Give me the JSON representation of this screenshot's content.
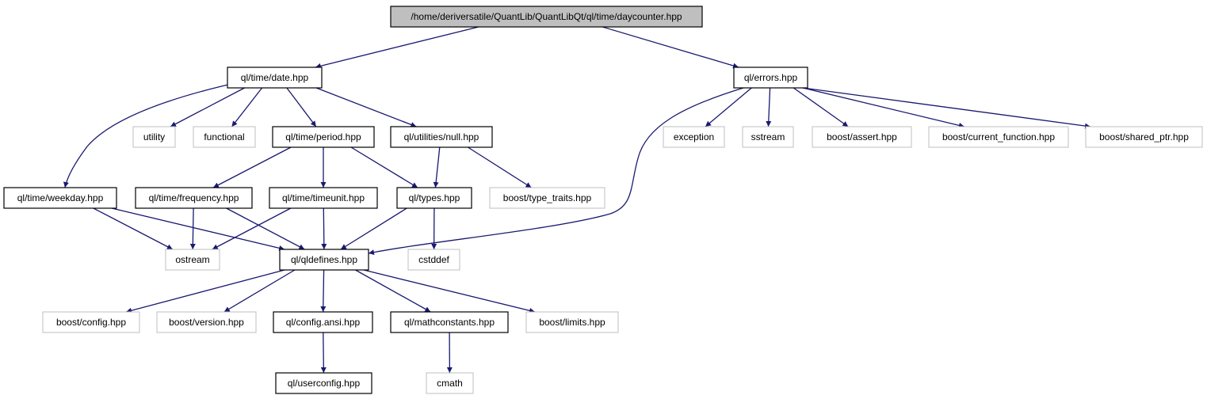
{
  "graph": {
    "colors": {
      "edge": "#191970",
      "box_border": "#000000",
      "box_external": "#bfbfbf",
      "root_fill": "#bfbfbf",
      "background": "#ffffff"
    },
    "nodes": [
      {
        "id": "daycounter",
        "label": "/home/deriversatile/QuantLib/QuantLibQt/ql/time/daycounter.hpp",
        "kind": "root"
      },
      {
        "id": "date",
        "label": "ql/time/date.hpp",
        "kind": "internal"
      },
      {
        "id": "errors",
        "label": "ql/errors.hpp",
        "kind": "internal"
      },
      {
        "id": "utility",
        "label": "utility",
        "kind": "external"
      },
      {
        "id": "functional",
        "label": "functional",
        "kind": "external"
      },
      {
        "id": "period",
        "label": "ql/time/period.hpp",
        "kind": "internal"
      },
      {
        "id": "null",
        "label": "ql/utilities/null.hpp",
        "kind": "internal"
      },
      {
        "id": "exception",
        "label": "exception",
        "kind": "external"
      },
      {
        "id": "sstream",
        "label": "sstream",
        "kind": "external"
      },
      {
        "id": "assert",
        "label": "boost/assert.hpp",
        "kind": "external"
      },
      {
        "id": "curfunc",
        "label": "boost/current_function.hpp",
        "kind": "external"
      },
      {
        "id": "sharedptr",
        "label": "boost/shared_ptr.hpp",
        "kind": "external"
      },
      {
        "id": "weekday",
        "label": "ql/time/weekday.hpp",
        "kind": "internal"
      },
      {
        "id": "frequency",
        "label": "ql/time/frequency.hpp",
        "kind": "internal"
      },
      {
        "id": "timeunit",
        "label": "ql/time/timeunit.hpp",
        "kind": "internal"
      },
      {
        "id": "types",
        "label": "ql/types.hpp",
        "kind": "internal"
      },
      {
        "id": "typetraits",
        "label": "boost/type_traits.hpp",
        "kind": "external"
      },
      {
        "id": "ostream",
        "label": "ostream",
        "kind": "external"
      },
      {
        "id": "qldefines",
        "label": "ql/qldefines.hpp",
        "kind": "internal"
      },
      {
        "id": "cstddef",
        "label": "cstddef",
        "kind": "external"
      },
      {
        "id": "config",
        "label": "boost/config.hpp",
        "kind": "external"
      },
      {
        "id": "version",
        "label": "boost/version.hpp",
        "kind": "external"
      },
      {
        "id": "configansi",
        "label": "ql/config.ansi.hpp",
        "kind": "internal"
      },
      {
        "id": "mathconst",
        "label": "ql/mathconstants.hpp",
        "kind": "internal"
      },
      {
        "id": "limits",
        "label": "boost/limits.hpp",
        "kind": "external"
      },
      {
        "id": "userconfig",
        "label": "ql/userconfig.hpp",
        "kind": "internal"
      },
      {
        "id": "cmath",
        "label": "cmath",
        "kind": "external"
      }
    ],
    "edges": [
      [
        "daycounter",
        "date"
      ],
      [
        "daycounter",
        "errors"
      ],
      [
        "date",
        "weekday"
      ],
      [
        "date",
        "utility"
      ],
      [
        "date",
        "functional"
      ],
      [
        "date",
        "period"
      ],
      [
        "date",
        "null"
      ],
      [
        "errors",
        "qldefines"
      ],
      [
        "errors",
        "exception"
      ],
      [
        "errors",
        "sstream"
      ],
      [
        "errors",
        "assert"
      ],
      [
        "errors",
        "curfunc"
      ],
      [
        "errors",
        "sharedptr"
      ],
      [
        "period",
        "frequency"
      ],
      [
        "period",
        "timeunit"
      ],
      [
        "period",
        "types"
      ],
      [
        "null",
        "types"
      ],
      [
        "null",
        "typetraits"
      ],
      [
        "weekday",
        "ostream"
      ],
      [
        "weekday",
        "qldefines"
      ],
      [
        "frequency",
        "ostream"
      ],
      [
        "frequency",
        "qldefines"
      ],
      [
        "timeunit",
        "ostream"
      ],
      [
        "timeunit",
        "qldefines"
      ],
      [
        "types",
        "qldefines"
      ],
      [
        "types",
        "cstddef"
      ],
      [
        "qldefines",
        "config"
      ],
      [
        "qldefines",
        "version"
      ],
      [
        "qldefines",
        "configansi"
      ],
      [
        "qldefines",
        "mathconst"
      ],
      [
        "qldefines",
        "limits"
      ],
      [
        "configansi",
        "userconfig"
      ],
      [
        "mathconst",
        "cmath"
      ]
    ]
  }
}
